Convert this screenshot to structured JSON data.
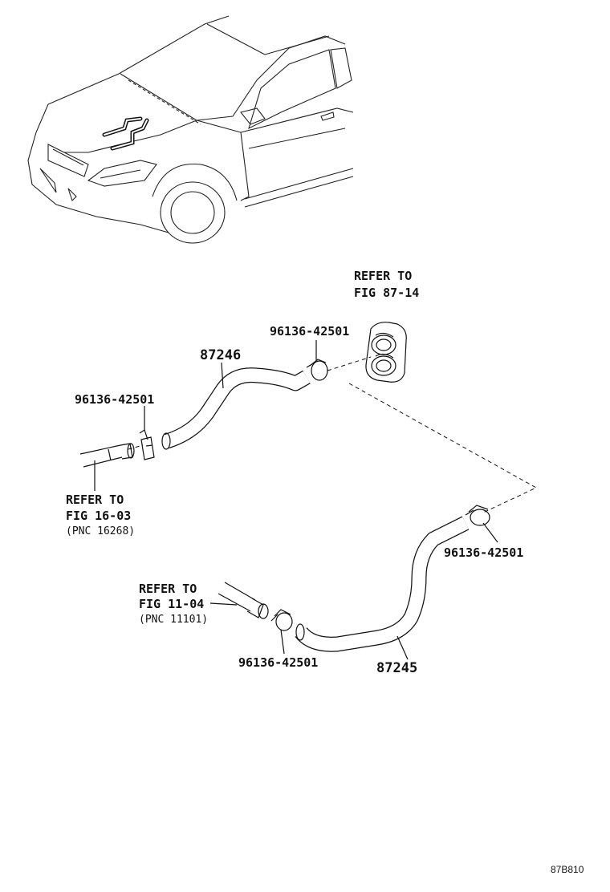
{
  "refer_top": {
    "line1": "REFER TO",
    "line2": "FIG 87-14"
  },
  "refer_left": {
    "line1": "REFER TO",
    "line2": "FIG 16-03",
    "line3": "(PNC 16268)"
  },
  "refer_bottom": {
    "line1": "REFER TO",
    "line2": "FIG 11-04",
    "line3": "(PNC 11101)"
  },
  "parts": {
    "hose_upper": "87246",
    "hose_lower": "87245",
    "clamp_top": "96136-42501",
    "clamp_left": "96136-42501",
    "clamp_right": "96136-42501",
    "clamp_bottom": "96136-42501"
  },
  "figure_code": "87B810"
}
